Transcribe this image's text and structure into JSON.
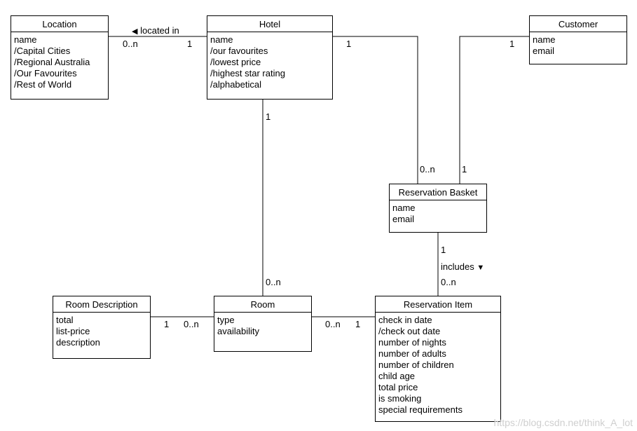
{
  "classes": {
    "location": {
      "name": "Location",
      "attributes": [
        "name",
        "/Capital Cities",
        "/Regional Australia",
        "/Our Favourites",
        "/Rest of World"
      ]
    },
    "hotel": {
      "name": "Hotel",
      "attributes": [
        "name",
        "/our favourites",
        "/lowest price",
        "/highest star rating",
        "/alphabetical"
      ]
    },
    "customer": {
      "name": "Customer",
      "attributes": [
        "name",
        "email"
      ]
    },
    "reservation_basket": {
      "name": "Reservation Basket",
      "attributes": [
        "name",
        "email"
      ]
    },
    "room_description": {
      "name": "Room Description",
      "attributes": [
        "total",
        "list-price",
        "description"
      ]
    },
    "room": {
      "name": "Room",
      "attributes": [
        "type",
        "availability"
      ]
    },
    "reservation_item": {
      "name": "Reservation Item",
      "attributes": [
        "check in date",
        "/check out date",
        "number of nights",
        "number of adults",
        "number of children",
        "child age",
        "total price",
        "is smoking",
        "special requirements"
      ]
    }
  },
  "associations": {
    "location_hotel": {
      "name": "located in",
      "arrow": "◀",
      "location_mult": "0..n",
      "hotel_mult": "1"
    },
    "hotel_basket": {
      "hotel_mult": "1",
      "basket_mult": "0..n"
    },
    "customer_basket": {
      "customer_mult": "1",
      "basket_mult": "1"
    },
    "hotel_room": {
      "hotel_mult": "1",
      "room_mult": "0..n"
    },
    "basket_item": {
      "name": "includes",
      "arrow": "▼",
      "basket_mult": "1",
      "item_mult": "0..n"
    },
    "roomdesc_room": {
      "roomdesc_mult": "1",
      "room_mult": "0..n"
    },
    "room_item": {
      "room_mult": "0..n",
      "item_mult": "1"
    }
  },
  "watermark": "https://blog.csdn.net/think_A_lot",
  "colors": {
    "line": "#000000",
    "background": "#ffffff",
    "watermark": "#cfcfcf"
  }
}
